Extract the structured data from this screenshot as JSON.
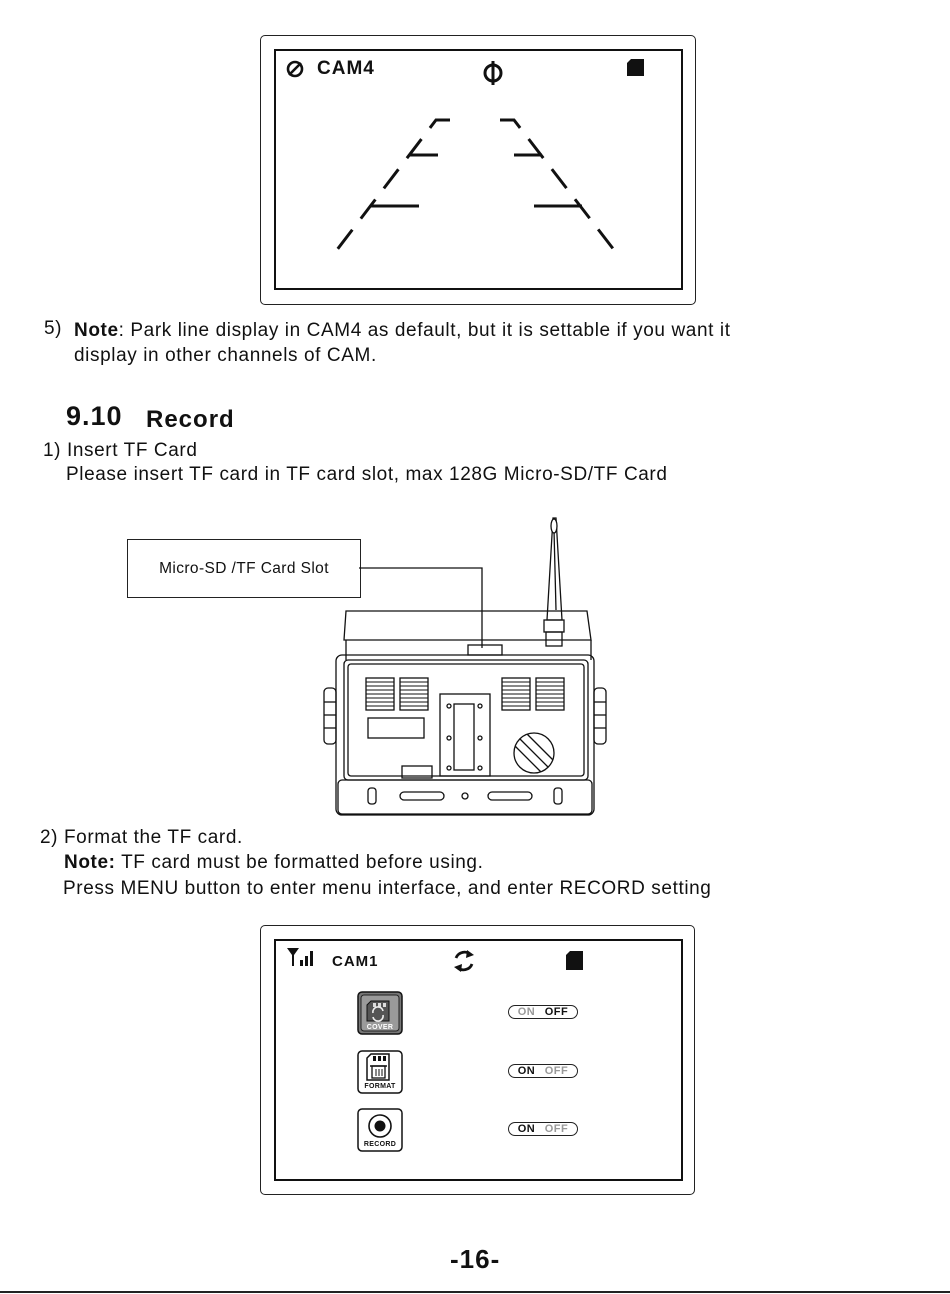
{
  "screen_top": {
    "cam_label": "CAM4",
    "icons": [
      "no-signal-icon",
      "recording-icon",
      "sd-card-icon"
    ]
  },
  "note5": {
    "number": "5)",
    "label": "Note",
    "line1": ": Park line display in CAM4 as default, but it is settable if you want it",
    "line2": "display in other channels of CAM."
  },
  "section": {
    "number": "9.10",
    "title": "Record"
  },
  "step1": {
    "heading": "1) Insert TF Card",
    "text": "Please insert TF card in TF card slot, max 128G Micro-SD/TF Card"
  },
  "callout_label": "Micro-SD /TF Card Slot",
  "step2": {
    "heading": "2) Format the TF card.",
    "note_label": "Note:",
    "note_text": " TF card must be formatted before using.",
    "text": "Press MENU button to enter menu interface, and enter RECORD setting"
  },
  "screen_bottom": {
    "cam_label": "CAM1",
    "rows": [
      {
        "icon_label": "COVER",
        "on": "ON",
        "off": "OFF",
        "active": "off"
      },
      {
        "icon_label": "FORMAT",
        "on": "ON",
        "off": "OFF",
        "active": "on"
      },
      {
        "icon_label": "RECORD",
        "on": "ON",
        "off": "OFF",
        "active": "on"
      }
    ]
  },
  "page_number": "-16-"
}
